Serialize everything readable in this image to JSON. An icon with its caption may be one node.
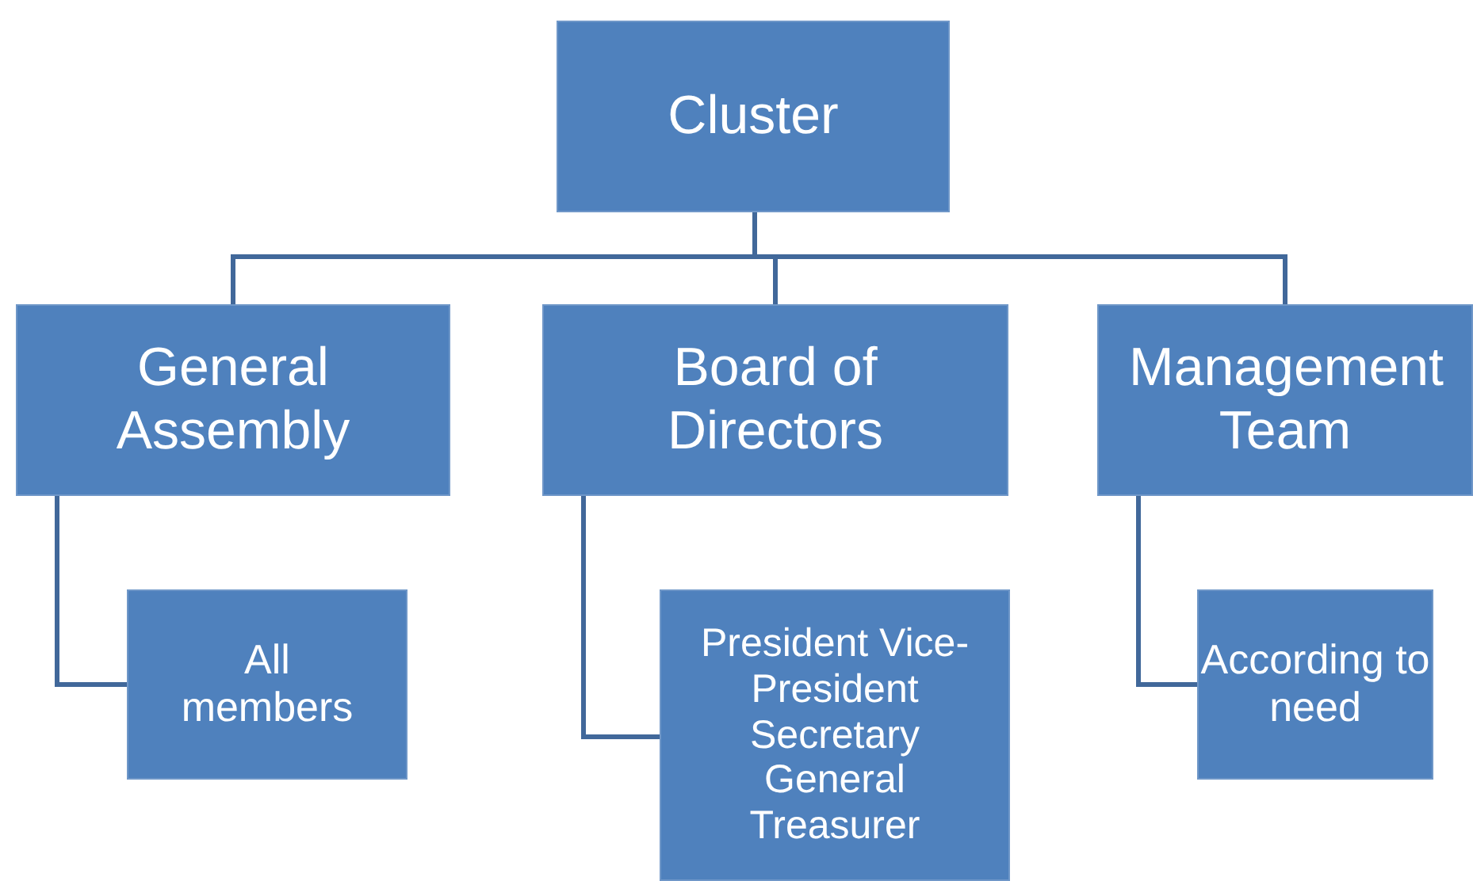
{
  "diagram": {
    "nodes": [
      {
        "text": [
          "Cluster"
        ]
      },
      {
        "text": [
          "General Assembly"
        ]
      },
      {
        "text": [
          "Board of Directors"
        ]
      },
      {
        "text": [
          "Management Team"
        ]
      },
      {
        "text": [
          "All members"
        ]
      },
      {
        "text": [
          "President Vice-President Secretary General Treasurer"
        ]
      },
      {
        "text": [
          "According to need"
        ]
      }
    ],
    "edges": [
      {
        "from": 0,
        "to": 1,
        "arrow": "none"
      },
      {
        "from": 0,
        "to": 2,
        "arrow": "none"
      },
      {
        "from": 0,
        "to": 3,
        "arrow": "none"
      },
      {
        "from": 1,
        "to": 4,
        "arrow": "none"
      },
      {
        "from": 2,
        "to": 5,
        "arrow": "none"
      },
      {
        "from": 3,
        "to": 6,
        "arrow": "none"
      }
    ]
  }
}
